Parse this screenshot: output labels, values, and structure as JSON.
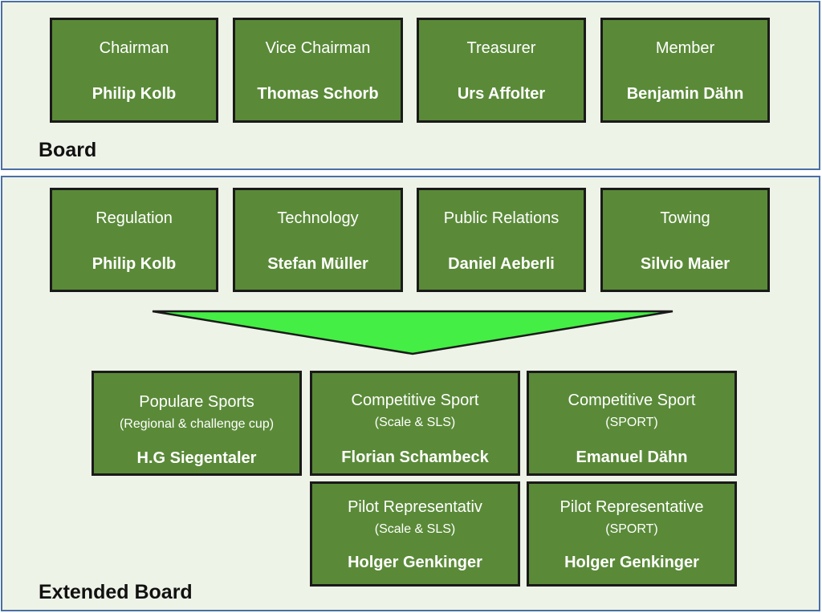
{
  "board": {
    "label": "Board",
    "roles": [
      {
        "title": "Chairman",
        "name": "Philip Kolb"
      },
      {
        "title": "Vice Chairman",
        "name": "Thomas Schorb"
      },
      {
        "title": "Treasurer",
        "name": "Urs Affolter"
      },
      {
        "title": "Member",
        "name": "Benjamin Dähn"
      }
    ]
  },
  "extended_board": {
    "label": "Extended Board",
    "departments": [
      {
        "title": "Regulation",
        "name": "Philip Kolb"
      },
      {
        "title": "Technology",
        "name": "Stefan Müller"
      },
      {
        "title": "Public Relations",
        "name": "Daniel Aeberli"
      },
      {
        "title": "Towing",
        "name": "Silvio Maier"
      }
    ],
    "sports": [
      {
        "title": "Populare Sports",
        "subtitle": "(Regional & challenge cup)",
        "name": "H.G Siegentaler"
      },
      {
        "title": "Competitive Sport",
        "subtitle": "(Scale & SLS)",
        "name": "Florian Schambeck"
      },
      {
        "title": "Competitive Sport",
        "subtitle": "(SPORT)",
        "name": "Emanuel Dähn"
      },
      {
        "title": "Pilot Representativ",
        "subtitle": "(Scale & SLS)",
        "name": "Holger Genkinger"
      },
      {
        "title": "Pilot Representative",
        "subtitle": "(SPORT)",
        "name": "Holger Genkinger"
      }
    ]
  },
  "colors": {
    "box_fill": "#5a8a38",
    "box_border": "#1a1a1a",
    "arrow_fill": "#44ee44",
    "panel_fill": "#eef3e8",
    "panel_border": "#4a6fa5"
  }
}
